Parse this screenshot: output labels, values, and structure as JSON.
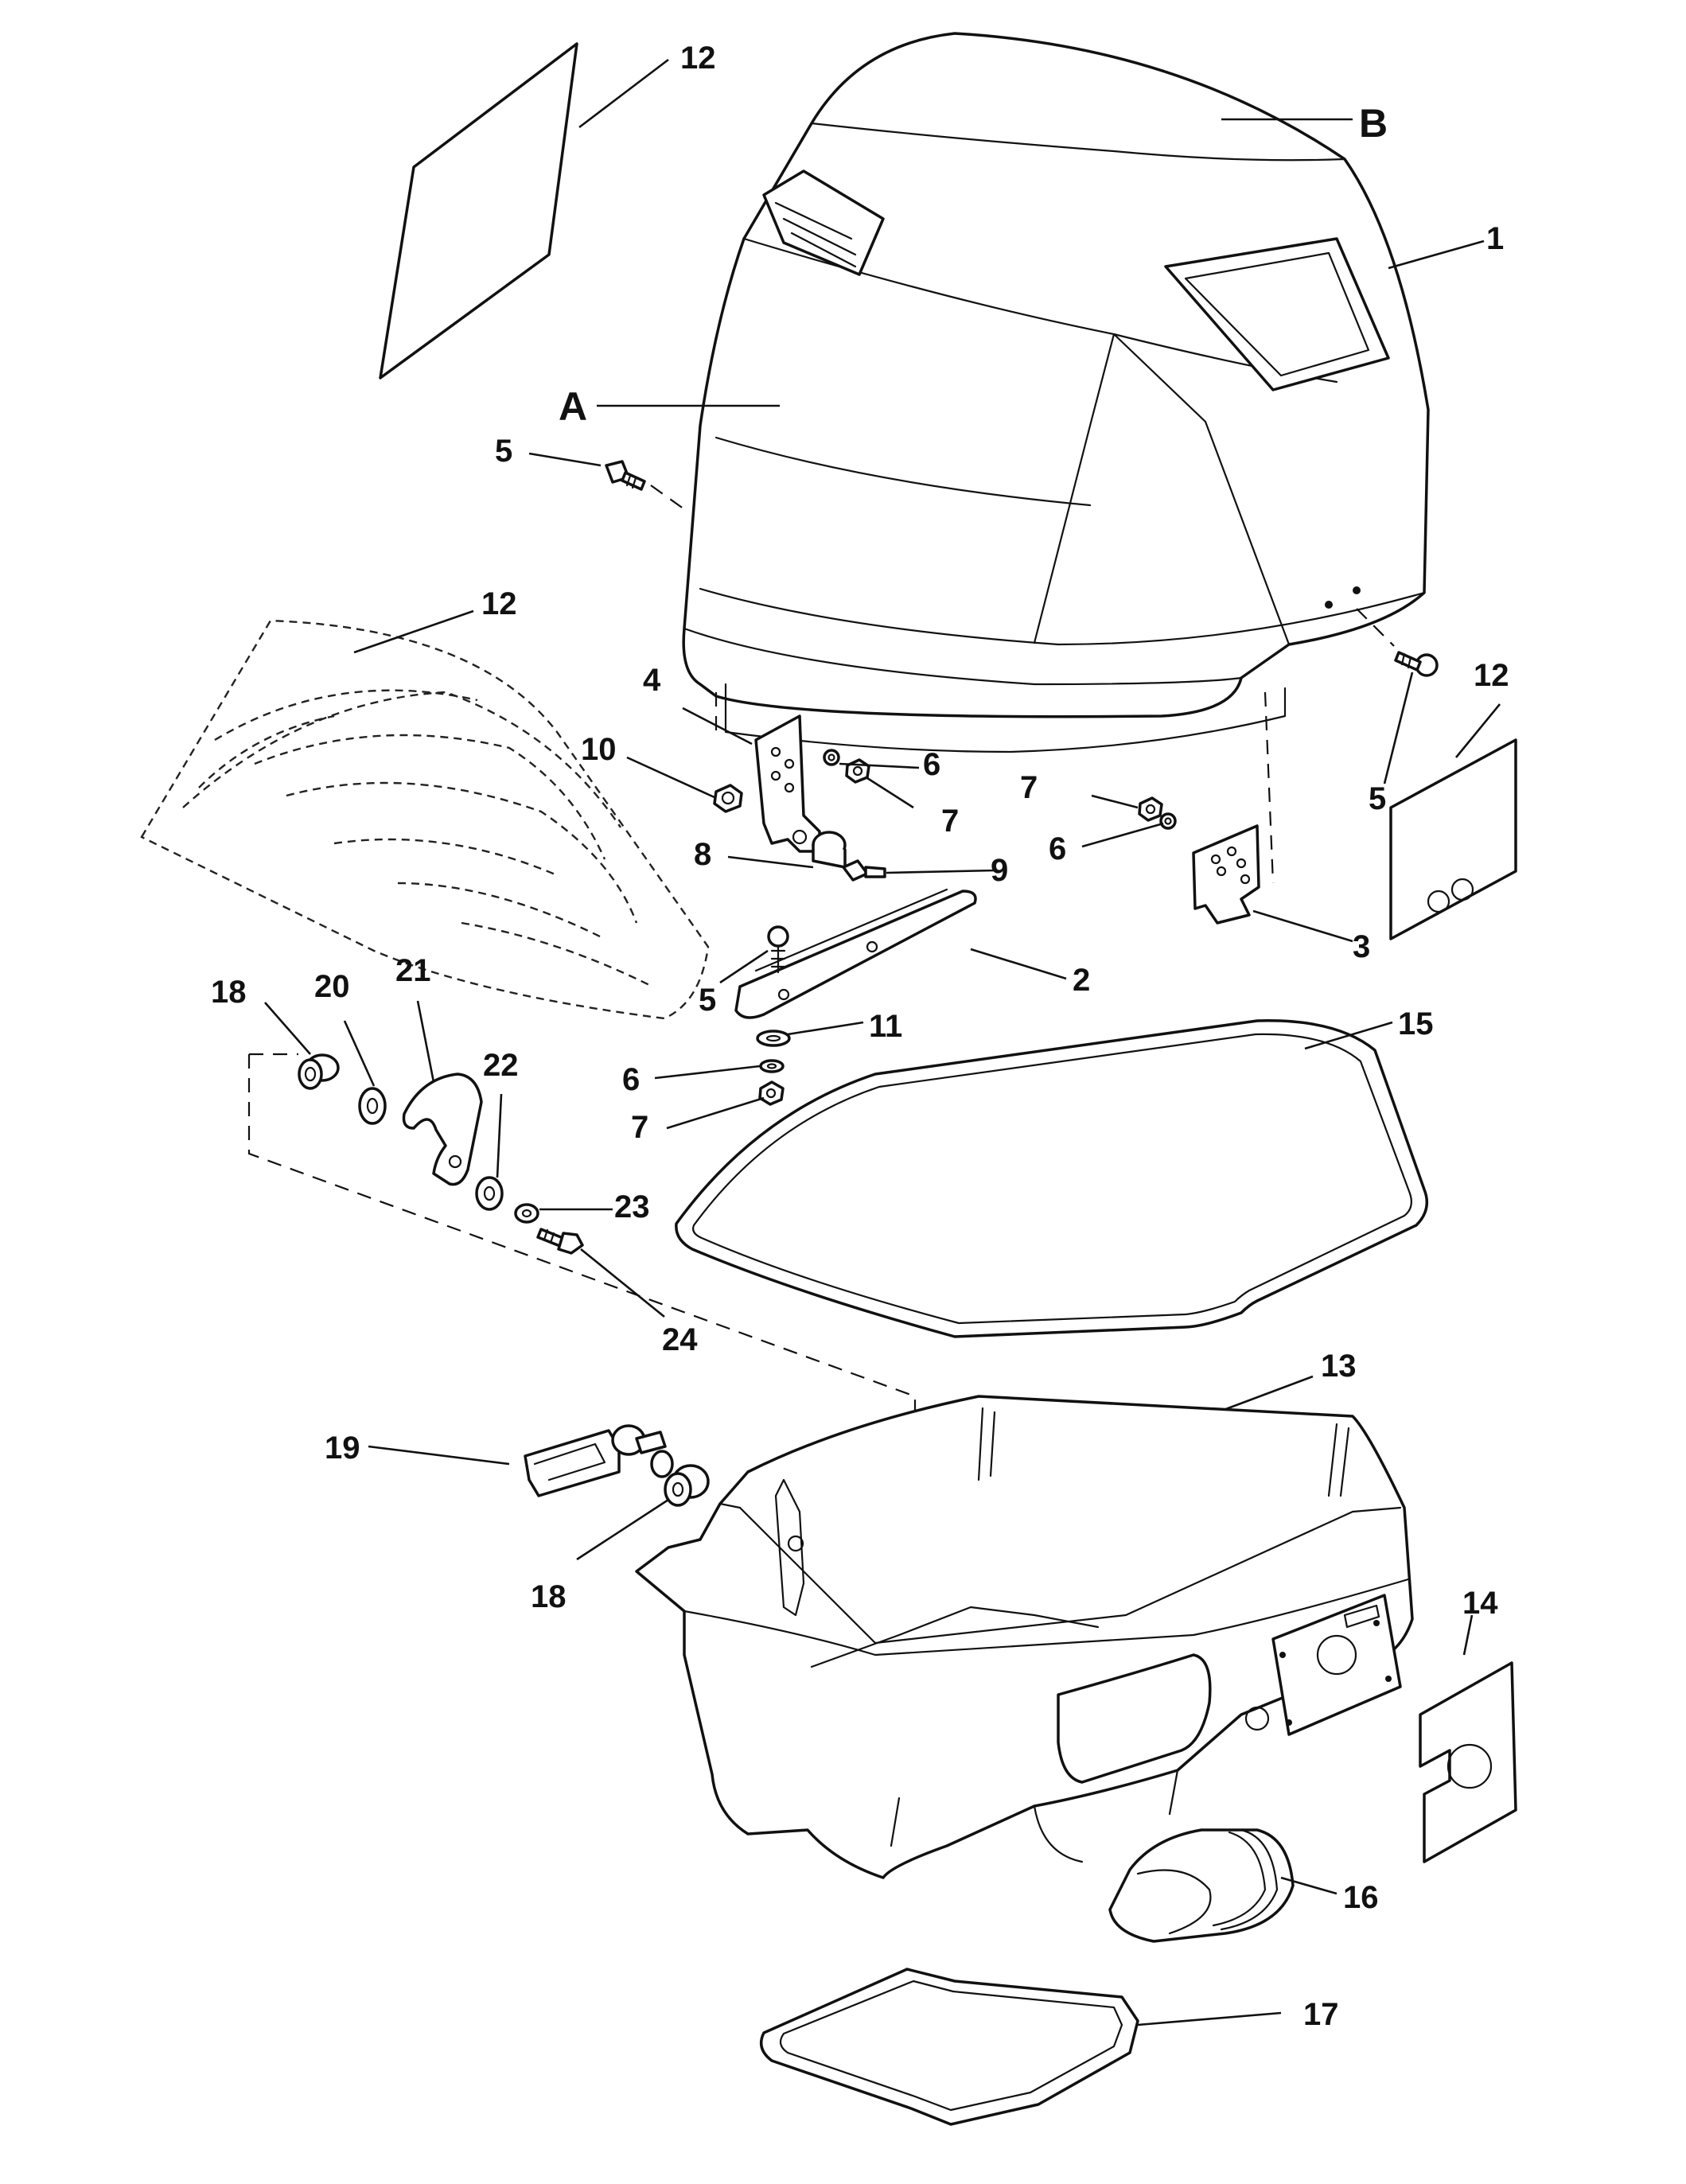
{
  "labels": {
    "p12_top": "12",
    "pB": "B",
    "p1": "1",
    "pA": "A",
    "p5_left": "5",
    "p12_mid": "12",
    "p12_right": "12",
    "p5_right": "5",
    "p4": "4",
    "p10": "10",
    "p6_a": "6",
    "p7_a": "7",
    "p7_b": "7",
    "p6_b": "6",
    "p8": "8",
    "p9": "9",
    "p3": "3",
    "p2": "2",
    "p5_mid": "5",
    "p18_top": "18",
    "p20": "20",
    "p21": "21",
    "p22": "22",
    "p11": "11",
    "p15": "15",
    "p6_c": "6",
    "p7_c": "7",
    "p23": "23",
    "p24": "24",
    "p13": "13",
    "p19": "19",
    "p18_bottom": "18",
    "p14": "14",
    "p16": "16",
    "p17": "17"
  }
}
